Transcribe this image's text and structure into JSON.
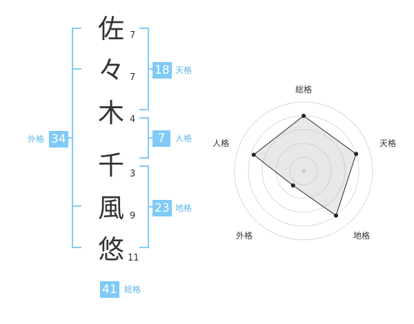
{
  "characters": [
    {
      "char": "佐",
      "strokes": "7"
    },
    {
      "char": "々",
      "strokes": "7"
    },
    {
      "char": "木",
      "strokes": "4"
    },
    {
      "char": "千",
      "strokes": "3"
    },
    {
      "char": "風",
      "strokes": "9"
    },
    {
      "char": "悠",
      "strokes": "11"
    }
  ],
  "groups": {
    "tenkaku": {
      "value": "18",
      "label": "天格"
    },
    "jinkaku": {
      "value": "7",
      "label": "人格"
    },
    "chikaku": {
      "value": "23",
      "label": "地格"
    },
    "gaikaku": {
      "value": "34",
      "label": "外格"
    },
    "soukaku": {
      "value": "41",
      "label": "総格"
    }
  },
  "colors": {
    "accent": "#7fcaf6",
    "label": "#5fb6ea",
    "text": "#333333"
  },
  "radar": {
    "labels": [
      "総格",
      "天格",
      "地格",
      "外格",
      "人格"
    ],
    "values": [
      4,
      4,
      4,
      1.3,
      3.8
    ],
    "max": 5
  }
}
